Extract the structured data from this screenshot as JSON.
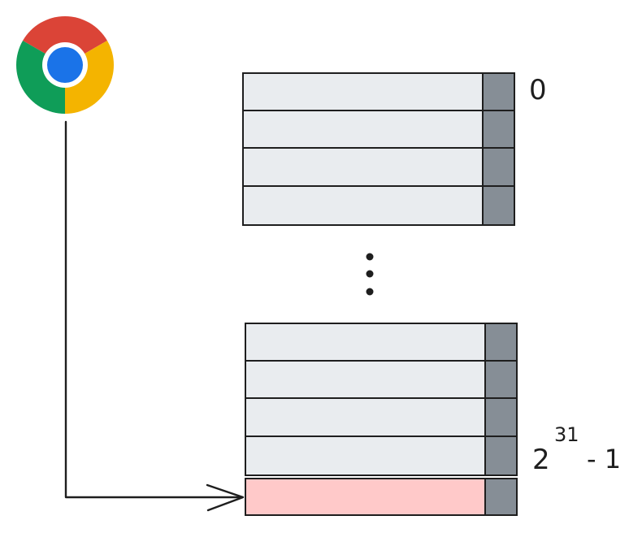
{
  "labels": {
    "top_index": "0",
    "base": "2",
    "exponent": "31",
    "minus_one": "- 1"
  },
  "icons": {
    "browser": "chrome-icon",
    "arrow": "arrow-icon"
  },
  "colors": {
    "row_fill": "#e9ecef",
    "row_stroke": "#1e1e1e",
    "cap_fill": "#868e96",
    "highlight_fill": "#ffc9c9",
    "chrome_red": "#db4437",
    "chrome_green": "#0f9d58",
    "chrome_yellow": "#f4b400",
    "chrome_blue": "#1a73e8"
  },
  "groups": {
    "top": {
      "rows": 4,
      "highlighted": false
    },
    "bottom": {
      "rows": 5,
      "highlighted_row": 5
    }
  }
}
